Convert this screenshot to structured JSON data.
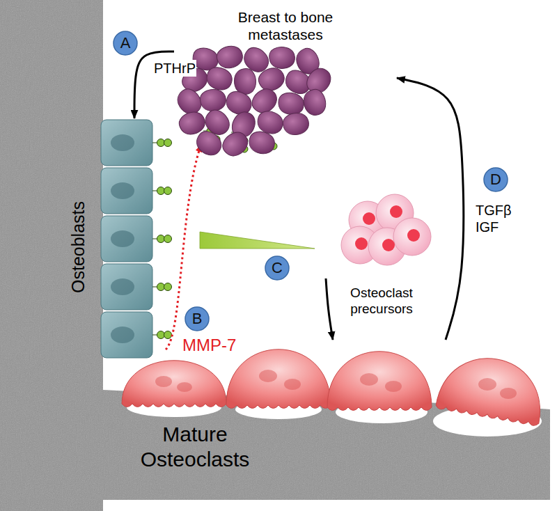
{
  "diagram": {
    "nodes": [
      {
        "text": [
          "Breast to bone metastases"
        ]
      },
      {
        "text": [
          "Osteoblasts"
        ]
      },
      {
        "text": [
          "Osteoclast precursors"
        ]
      },
      {
        "text": [
          "Mature Osteoclasts"
        ]
      },
      {
        "text": [
          "A"
        ]
      },
      {
        "text": [
          "B"
        ]
      },
      {
        "text": [
          "C"
        ]
      },
      {
        "text": [
          "D"
        ]
      }
    ],
    "edges": [
      {
        "from": 0,
        "to": 1,
        "arrow": "to",
        "label": "PTHrP"
      },
      {
        "from": 2,
        "to": 3,
        "arrow": "to"
      },
      {
        "from": 3,
        "to": 0,
        "arrow": "to",
        "label": "TGFβ IGF"
      }
    ],
    "labels": [
      "MMP-7"
    ]
  }
}
